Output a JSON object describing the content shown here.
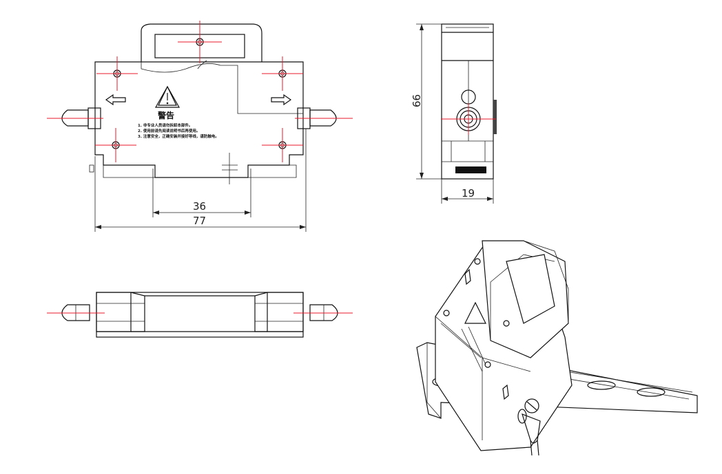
{
  "dimensions": {
    "width_total": "77",
    "width_clip": "36",
    "height_side": "66",
    "depth_side": "19"
  },
  "warning_label": {
    "title": "警告",
    "lines": [
      "1. 非专业人员请勿拆卸本部件。",
      "2. 使用前请先阅读说明书后再使用。",
      "3. 注意安全，正确安装并接好导线，谨防触电。"
    ]
  },
  "colors": {
    "outline": "#111111",
    "center_mark": "#e8182b",
    "background": "#ffffff"
  }
}
